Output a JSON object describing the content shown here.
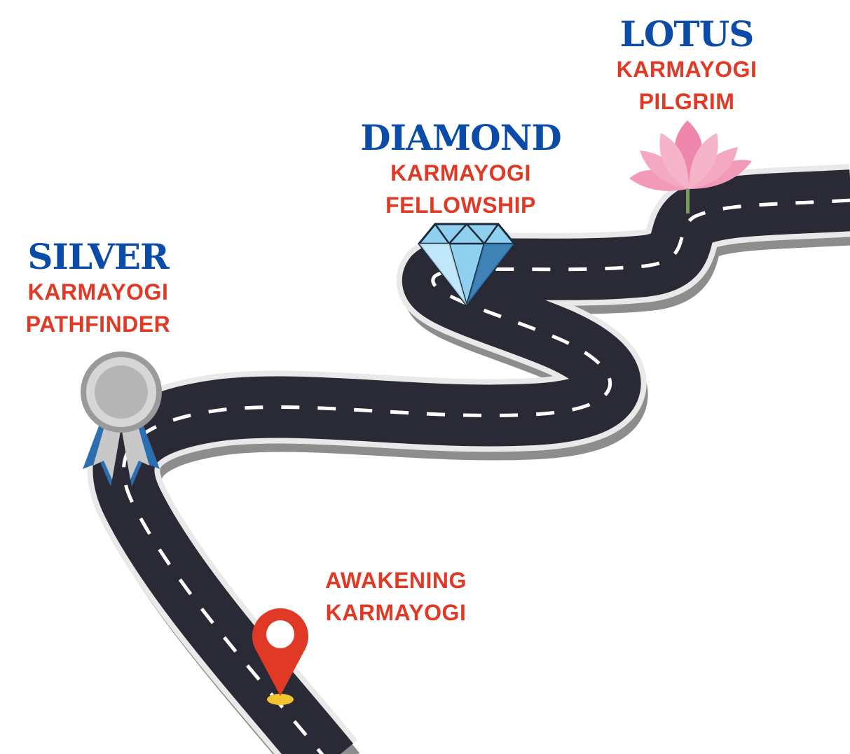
{
  "milestones": [
    {
      "level": "",
      "title_line1": "AWAKENING",
      "title_line2": "KARMAYOGI",
      "icon": "map-pin-icon"
    },
    {
      "level": "SILVER",
      "title_line1": "KARMAYOGI",
      "title_line2": "PATHFINDER",
      "icon": "silver-medal-icon"
    },
    {
      "level": "DIAMOND",
      "title_line1": "KARMAYOGI",
      "title_line2": "FELLOWSHIP",
      "icon": "diamond-icon"
    },
    {
      "level": "LOTUS",
      "title_line1": "KARMAYOGI",
      "title_line2": "PILGRIM",
      "icon": "lotus-icon"
    }
  ],
  "colors": {
    "level": "#0b4ca8",
    "title": "#e03a26",
    "road": "#2a2a36",
    "pin": "#e03a26"
  }
}
